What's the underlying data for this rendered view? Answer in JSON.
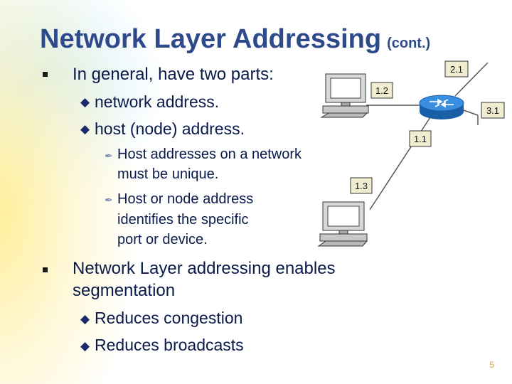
{
  "slide": {
    "title": "Network Layer Addressing",
    "title_suffix": "(cont.)",
    "bullets": [
      {
        "text": "In general, have two parts:",
        "sub": [
          {
            "text": "network address."
          },
          {
            "text": "host (node) address."
          }
        ],
        "notes": [
          {
            "lines": [
              "Host addresses on a network",
              "must be unique."
            ]
          },
          {
            "lines": [
              "Host or node address",
              "identifies the specific",
              "port or device."
            ]
          }
        ]
      },
      {
        "lines": [
          "Network Layer addressing enables",
          "segmentation"
        ],
        "sub": [
          {
            "text": "Reduces congestion"
          },
          {
            "text": "Reduces broadcasts"
          }
        ]
      }
    ],
    "slide_number": "5"
  },
  "diagram": {
    "labels": [
      "2.1",
      "1.2",
      "3.1",
      "1.1",
      "1.3"
    ],
    "icons": [
      "computer-icon",
      "router-icon",
      "computer-icon"
    ]
  },
  "colors": {
    "title": "#2f4a8a",
    "text": "#0a1a4a",
    "router": "#1f6ec8",
    "label_bg": "#f0ecd0"
  }
}
